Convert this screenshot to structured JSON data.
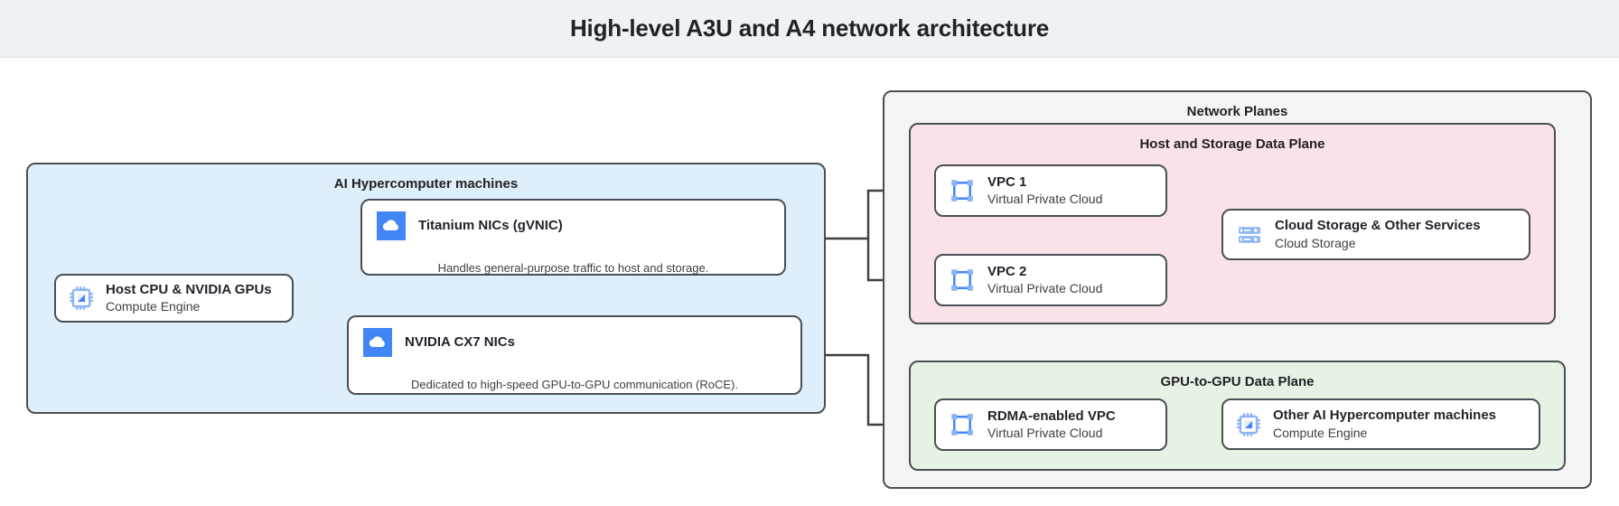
{
  "header": {
    "title": "High-level A3U and A4 network architecture"
  },
  "colors": {
    "header_bg": "#eef2f4",
    "machines_box": "#dfeefb",
    "network_planes_box": "#f4f4f4",
    "host_storage_plane": "#fbe2e9",
    "gpu_plane": "#e5f2e4",
    "card_bg": "#ffffff",
    "stroke": "#4a4f55",
    "icon_blue": "#4285f4",
    "icon_blue_light": "#8ab4f8"
  },
  "machines_group": {
    "title": "AI Hypercomputer machines",
    "host": {
      "icon": "cpu-chip-icon",
      "title": "Host CPU & NVIDIA GPUs",
      "subtitle": "Compute Engine"
    },
    "nics": [
      {
        "icon": "cloud-icon",
        "title": "Titanium NICs (gVNIC)",
        "description": "Handles general-purpose traffic to host and storage."
      },
      {
        "icon": "cloud-icon",
        "title": "NVIDIA CX7 NICs",
        "description": "Dedicated to high-speed GPU-to-GPU communication (RoCE)."
      }
    ]
  },
  "network_planes": {
    "title": "Network Planes",
    "host_storage_plane": {
      "title": "Host and Storage Data Plane",
      "vpcs": [
        {
          "icon": "vpc-icon",
          "title": "VPC 1",
          "subtitle": "Virtual Private Cloud"
        },
        {
          "icon": "vpc-icon",
          "title": "VPC 2",
          "subtitle": "Virtual Private Cloud"
        }
      ],
      "storage": {
        "icon": "cloud-storage-icon",
        "title": "Cloud Storage & Other Services",
        "subtitle": "Cloud Storage"
      }
    },
    "gpu_plane": {
      "title": "GPU-to-GPU Data Plane",
      "vpc": {
        "icon": "vpc-icon",
        "title": "RDMA-enabled VPC",
        "subtitle": "Virtual Private Cloud"
      },
      "machines": {
        "icon": "cpu-chip-icon",
        "title": "Other AI Hypercomputer machines",
        "subtitle": "Compute Engine"
      }
    }
  }
}
